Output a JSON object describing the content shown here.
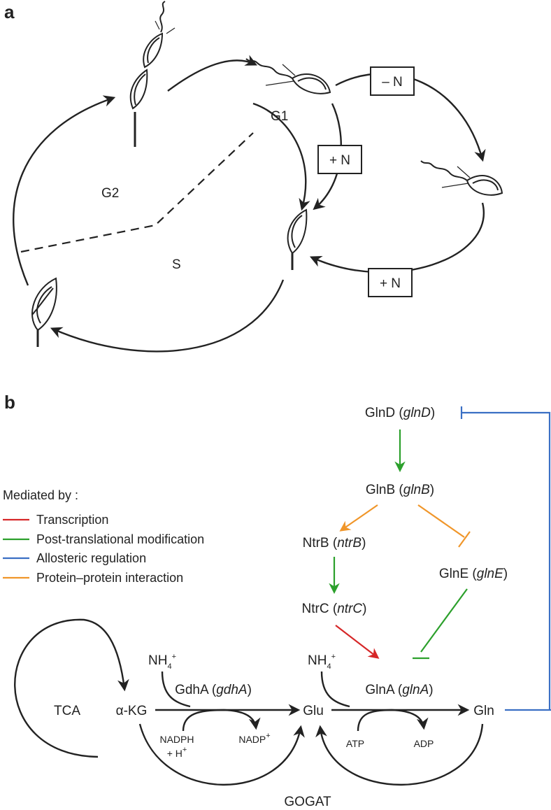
{
  "panel_a": {
    "label": "a",
    "phases": {
      "g1": "G1",
      "g2": "G2",
      "s": "S"
    },
    "boxes": {
      "minus_n": "– N",
      "plus_n_left": "+ N",
      "plus_n_bottom": "+ N"
    }
  },
  "panel_b": {
    "label": "b",
    "nodes": {
      "glnd": {
        "name": "GlnD (",
        "gene": "glnD",
        "close": ")"
      },
      "glnb": {
        "name": "GlnB (",
        "gene": "glnB",
        "close": ")"
      },
      "ntrb": {
        "name": "NtrB (",
        "gene": "ntrB",
        "close": ")"
      },
      "ntrc": {
        "name": "NtrC (",
        "gene": "ntrC",
        "close": ")"
      },
      "glne": {
        "name": "GlnE (",
        "gene": "glnE",
        "close": ")"
      },
      "glna": {
        "name": "GlnA (",
        "gene": "glnA",
        "close": ")"
      },
      "gdha": {
        "name": "GdhA (",
        "gene": "gdhA",
        "close": ")"
      },
      "tca": "TCA",
      "akg": "α-KG",
      "glu": "Glu",
      "gln": "Gln",
      "gogat": "GOGAT",
      "nh4_left": {
        "base": "NH",
        "sub": "4",
        "sup": "+"
      },
      "nh4_right": {
        "base": "NH",
        "sub": "4",
        "sup": "+"
      },
      "nadph": "NADPH",
      "plus_h": {
        "base": "+ H",
        "sup": "+"
      },
      "nadp": {
        "base": "NADP",
        "sup": "+"
      },
      "atp": "ATP",
      "adp": "ADP"
    },
    "legend": {
      "title": "Mediated by :",
      "items": [
        {
          "label": "Transcription",
          "color": "#d62728"
        },
        {
          "label": "Post-translational modification",
          "color": "#2ca02c"
        },
        {
          "label": "Allosteric regulation",
          "color": "#3a6fc4"
        },
        {
          "label": "Protein–protein interaction",
          "color": "#f0962a"
        }
      ]
    }
  },
  "colors": {
    "transcription": "#d62728",
    "ptm": "#2ca02c",
    "allosteric": "#3a6fc4",
    "ppi": "#f0962a",
    "ink": "#222222"
  }
}
